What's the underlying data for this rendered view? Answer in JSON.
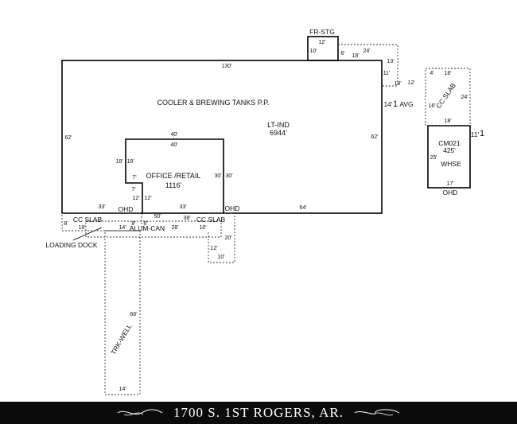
{
  "plan": {
    "main_area_label": "COOLER & BREWING TANKS P.P.",
    "main_use": "LT-IND",
    "main_area": "6944'",
    "office_label": "OFFICE /RETAIL",
    "office_area": "1116'",
    "fr_stg": "FR-STG",
    "cc_slab_right": "CC SLAB",
    "cc_slab_left": "CC SLAB",
    "cc_slab_mid": "CC SLAB",
    "alum_can": "ALUM-CAN",
    "loading_dock": "LOADING DOCK",
    "trk_well": "TRK-WELL",
    "whse_code": "CM021",
    "whse_area": "425'",
    "whse_label": "WHSE",
    "ohd_1": "OHD",
    "ohd_2": "OHD",
    "ohd_3": "OHD",
    "avg_height": "14'",
    "avg_label": "AVG",
    "avg_mark": "1",
    "whse_height": "11'",
    "whse_mark": "1",
    "dims": {
      "d130": "130'",
      "d62l": "62'",
      "d62r": "62'",
      "d64": "64'",
      "d40a": "40'",
      "d40b": "40'",
      "d18a": "18'",
      "d18b": "18'",
      "d7a": "7'",
      "d7b": "7'",
      "d12a": "12'",
      "d12b": "12'",
      "d30a": "30'",
      "d30b": "30'",
      "d33a": "33'",
      "d33b": "33'",
      "d50": "50'",
      "d38": "38'",
      "d8a": "8'",
      "d8b": "8'",
      "d8c": "8'",
      "d18c": "18'",
      "d14a": "14'",
      "d28": "28'",
      "d10a": "10'",
      "d20": "20'",
      "d12c": "12'",
      "d10b": "10'",
      "d12d": "12'",
      "d10c": "10'",
      "d6": "6'",
      "d18d": "18'",
      "d24a": "24'",
      "d13": "13'",
      "d11": "11'",
      "d18e": "18'",
      "d12e": "12'",
      "d4": "4'",
      "d18f": "18'",
      "d16": "16'",
      "d24b": "24'",
      "d18g": "18'",
      "d25": "25'",
      "d17": "17'",
      "d66": "66'",
      "d14b": "14'"
    }
  },
  "footer": {
    "address": "1700 S. 1ST ROGERS, AR."
  },
  "colors": {
    "line": "#000000",
    "banner": "#0b0b0b",
    "banner_text": "#ffffff"
  }
}
